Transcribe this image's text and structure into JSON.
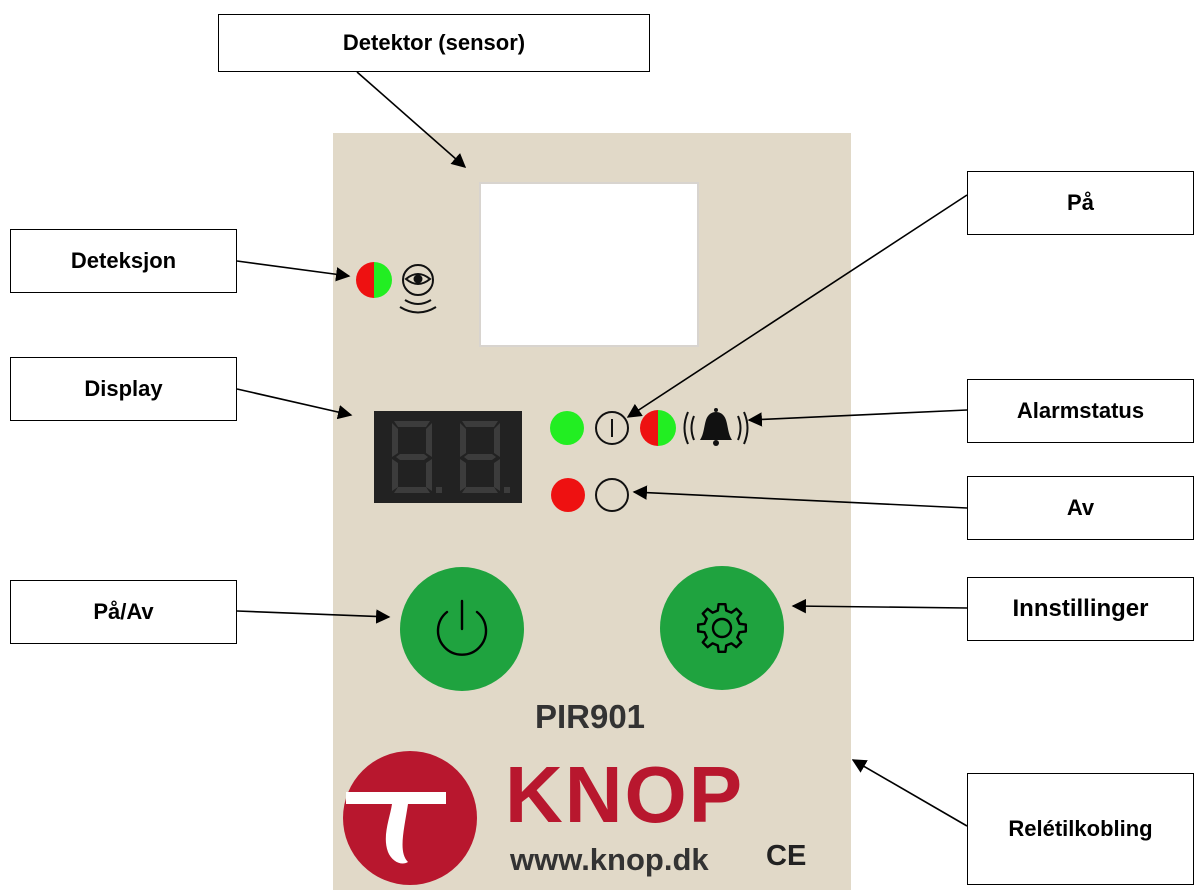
{
  "callouts": {
    "detektor": "Detektor (sensor)",
    "deteksjon": "Deteksjon",
    "display": "Display",
    "pa_av": "På/Av",
    "pa": "På",
    "alarmstatus": "Alarmstatus",
    "av": "Av",
    "innstillinger": "Innstillinger",
    "reletilkobling": "Relétilkobling"
  },
  "device": {
    "model": "PIR901",
    "brand": "KNOP",
    "website": "www.knop.dk",
    "ce_mark": "CE",
    "display_readout": "8.8."
  },
  "colors": {
    "panel": "#e1d9c8",
    "button_green": "#1fa33f",
    "led_green": "#22ee22",
    "led_red": "#ee1111",
    "brand_red": "#b8172e"
  },
  "icons": {
    "detection": "eye-radar-icon",
    "on_indicator": "power-on-icon",
    "alarm": "alarm-bell-icon",
    "off_indicator": "power-off-icon",
    "power": "power-icon",
    "settings": "gear-icon"
  }
}
